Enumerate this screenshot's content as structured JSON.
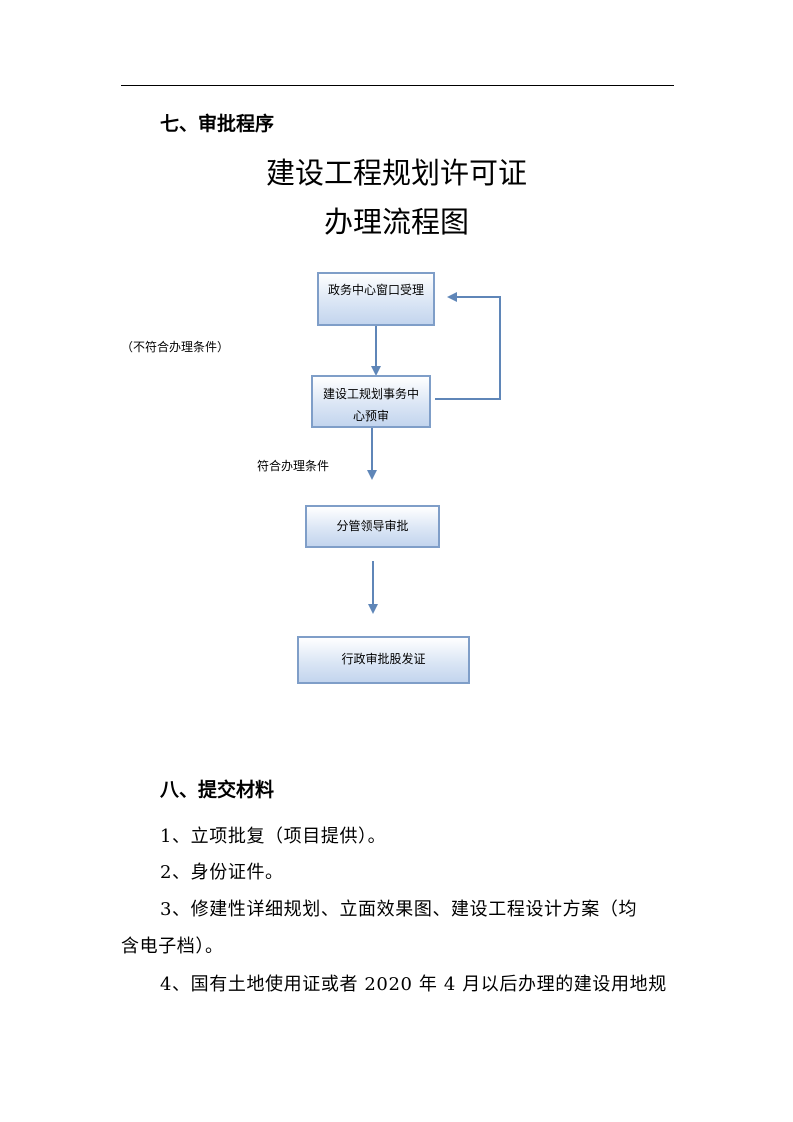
{
  "section7": {
    "heading": "七、审批程序"
  },
  "flow": {
    "title_line1": "建设工程规划许可证",
    "title_line2": "办理流程图",
    "box1": "政务中心窗口受理",
    "box2": "建设工规划事务中心预审",
    "box3": "分管领导审批",
    "box4": "行政审批股发证",
    "note_reject": "（不符合办理条件）",
    "note_accept": "符合办理条件"
  },
  "section8": {
    "heading": "八、提交材料",
    "items": [
      "1、立项批复（项目提供）。",
      "2、身份证件。",
      "3、修建性详细规划、立面效果图、建设工程设计方案（均",
      "含电子档）。",
      "4、国有土地使用证或者 2020 年 4 月以后办理的建设用地规"
    ]
  },
  "colors": {
    "box_border": "#7f9ec8",
    "box_fill": "#c3d5ee",
    "arrow": "#5f86b8"
  }
}
